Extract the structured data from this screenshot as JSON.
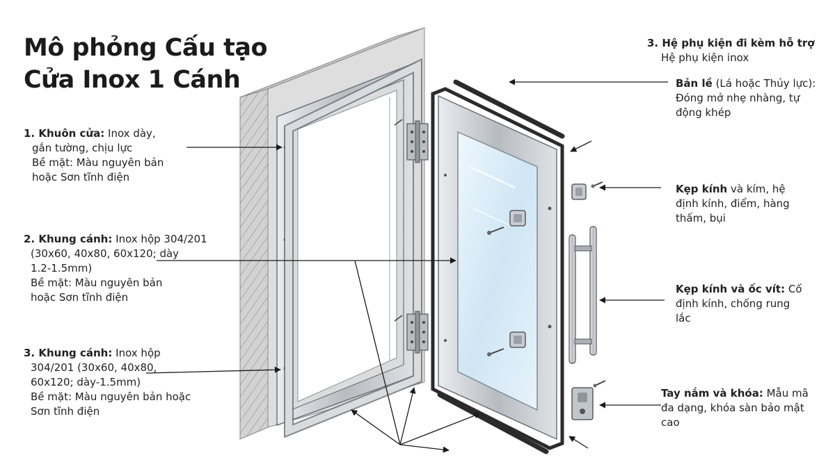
{
  "title": {
    "line1": "Mô phỏng Cấu tạo",
    "line2": "Cửa Inox 1 Cánh"
  },
  "left_annotations": [
    {
      "bold": "1. Khuôn cửa:",
      "lines": [
        "Inox dày,",
        "gắn tường, chịu lực",
        "Bề mặt: Màu nguyên bản",
        "hoặc Sơn tĩnh điện"
      ]
    },
    {
      "bold": "2. Khung cánh:",
      "lines": [
        "Inox hộp 304/201",
        "(30x60, 40x80, 60x120; dày",
        "1.2-1.5mm)",
        "Bề mặt: Màu nguyên bản",
        "hoặc Sơn tĩnh điện"
      ]
    },
    {
      "bold": "3. Khung cánh:",
      "lines": [
        "Inox hộp",
        "304/201 (30x60, 40x80,",
        "60x120; dày-1.5mm)",
        "Bề mặt: Màu nguyên bản hoặc",
        "Sơn tĩnh điện"
      ]
    }
  ],
  "right_annotations": {
    "header": {
      "bold": "3. Hệ phụ kiện đi kèm hỗ trợ",
      "sub": "Hệ phụ kiện inox"
    },
    "hinge": {
      "bold": "Bản lề",
      "lines": [
        "(Lá hoặc Thủy lực):",
        "Đóng mở nhẹ nhàng, tự",
        "động khép"
      ]
    },
    "glass_clamp": {
      "bold": "Kẹp kính",
      "lines": [
        "và kím, hệ",
        "định kính, điểm, hàng",
        "thấm, bụi"
      ]
    },
    "clamp_screw": {
      "bold": "Kẹp kính và ốc vít:",
      "lines": [
        "Cố",
        "định kính, chống rung",
        "lắc"
      ]
    },
    "handle_lock": {
      "bold": "Tay nắm và khóa:",
      "lines": [
        "Mẫu mã",
        "đa dạng, khóa sàn bảo mật",
        "cao"
      ]
    }
  },
  "colors": {
    "wall_face": "#dcdcdc",
    "wall_side": "#b9b9b9",
    "frame_steel": "#c8ccd0",
    "frame_dark": "#7d8389",
    "gasket": "#2b2b2b",
    "glass": "#d7ecf7",
    "arrow": "#1a1a1a"
  },
  "icons": {
    "hinge": "hinge-icon",
    "glass_clamp": "glass-clamp-icon",
    "handle": "pull-handle-icon",
    "lock": "door-lock-icon",
    "screw": "screw-icon"
  }
}
